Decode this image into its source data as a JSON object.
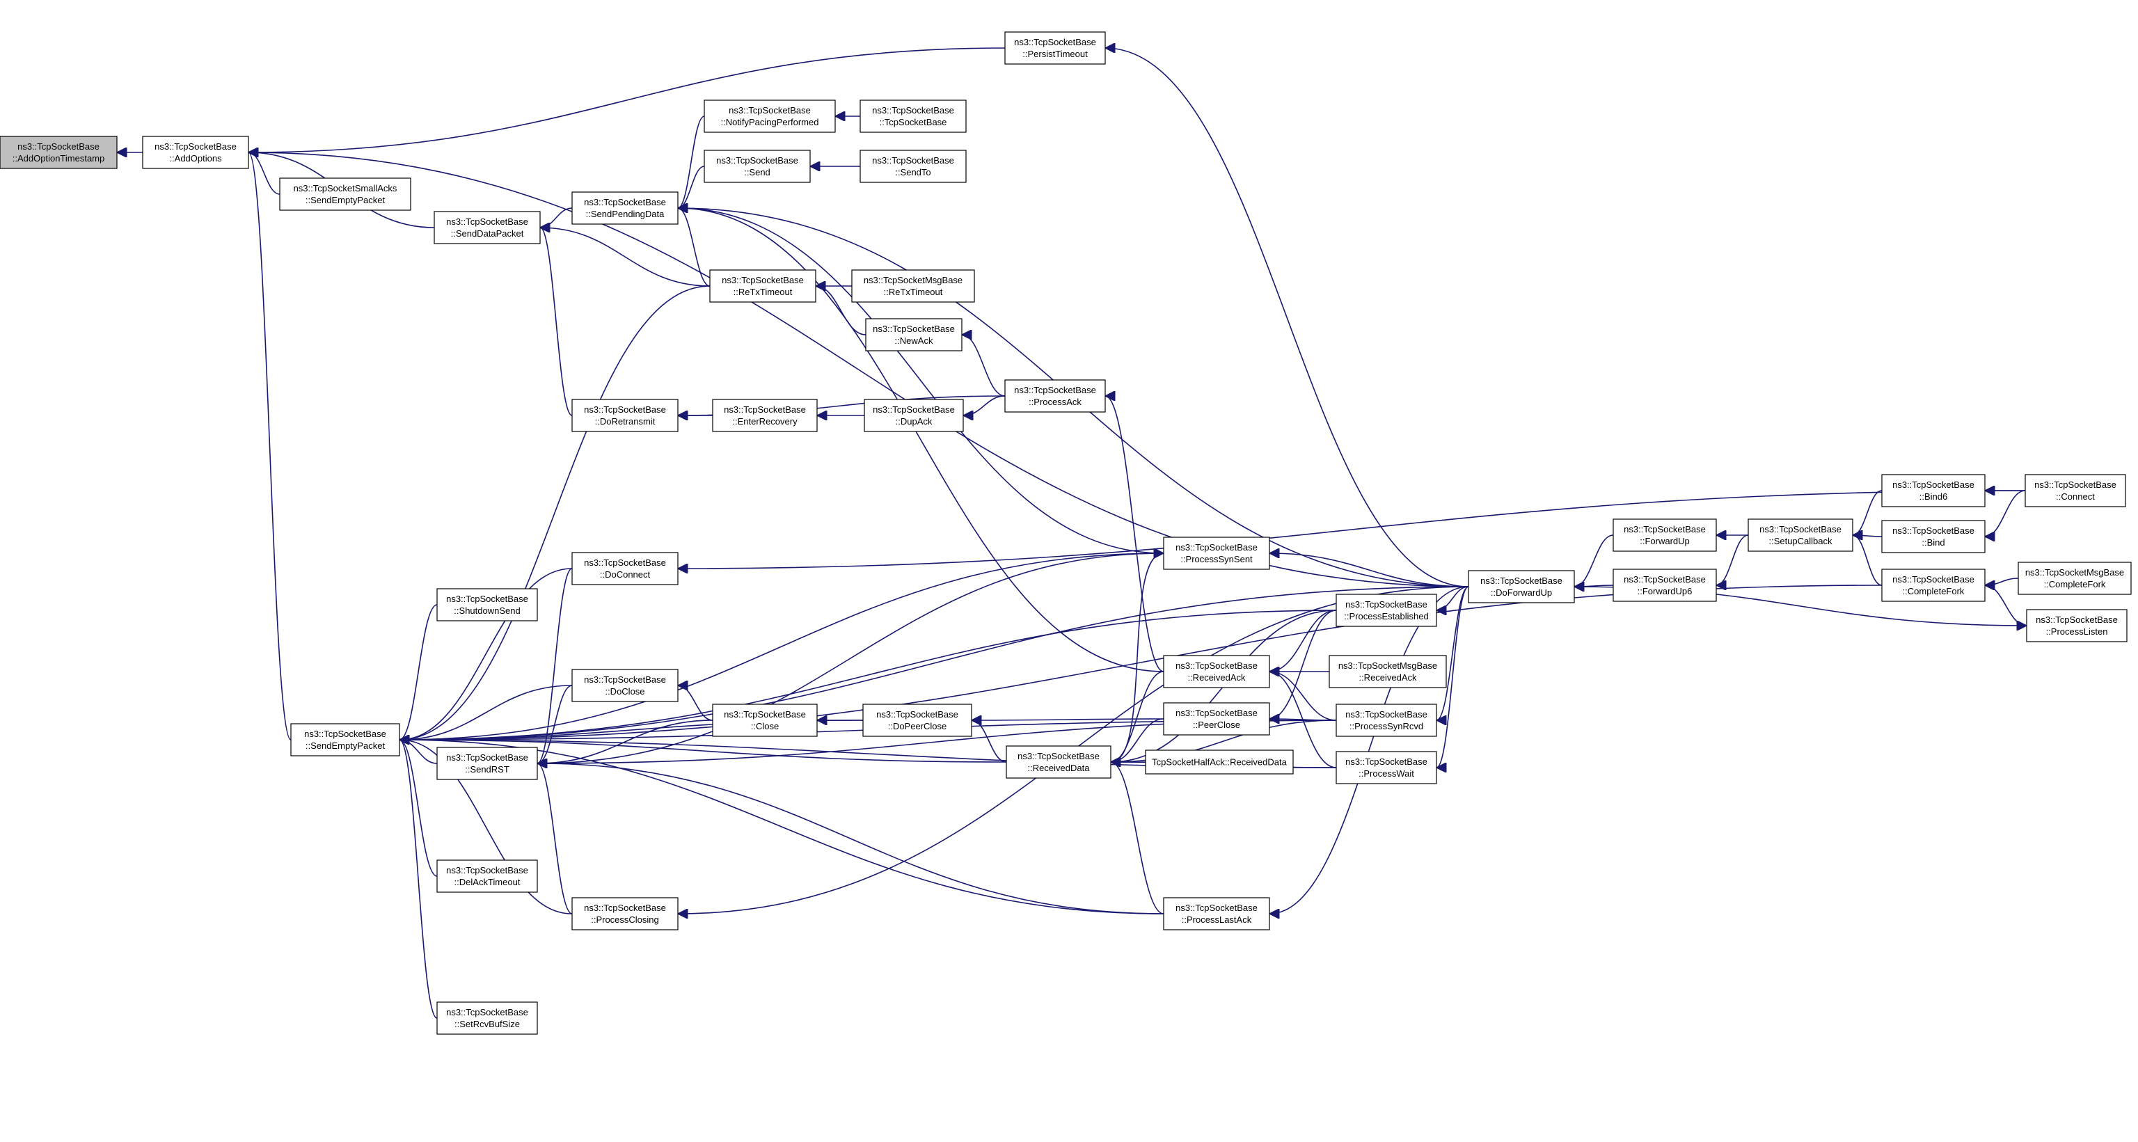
{
  "colors": {
    "edge": "#191970",
    "root_fill": "#bfbfbf",
    "node_fill": "#ffffff"
  },
  "nodes": [
    {
      "id": "addOptionTimestamp",
      "lines": [
        "ns3::TcpSocketBase",
        "::AddOptionTimestamp"
      ],
      "root": true
    },
    {
      "id": "addOptions",
      "lines": [
        "ns3::TcpSocketBase",
        "::AddOptions"
      ]
    },
    {
      "id": "smallAcksSendEmpty",
      "lines": [
        "ns3::TcpSocketSmallAcks",
        "::SendEmptyPacket"
      ]
    },
    {
      "id": "sendDataPacket",
      "lines": [
        "ns3::TcpSocketBase",
        "::SendDataPacket"
      ]
    },
    {
      "id": "sendEmptyPacket",
      "lines": [
        "ns3::TcpSocketBase",
        "::SendEmptyPacket"
      ]
    },
    {
      "id": "persistTimeout",
      "lines": [
        "ns3::TcpSocketBase",
        "::PersistTimeout"
      ]
    },
    {
      "id": "notifyPacing",
      "lines": [
        "ns3::TcpSocketBase",
        "::NotifyPacingPerformed"
      ]
    },
    {
      "id": "tcpSocketBaseCtor",
      "lines": [
        "ns3::TcpSocketBase",
        "::TcpSocketBase"
      ]
    },
    {
      "id": "send",
      "lines": [
        "ns3::TcpSocketBase",
        "::Send"
      ]
    },
    {
      "id": "sendTo",
      "lines": [
        "ns3::TcpSocketBase",
        "::SendTo"
      ]
    },
    {
      "id": "sendPendingData",
      "lines": [
        "ns3::TcpSocketBase",
        "::SendPendingData"
      ]
    },
    {
      "id": "reTxTimeout",
      "lines": [
        "ns3::TcpSocketBase",
        "::ReTxTimeout"
      ]
    },
    {
      "id": "msgReTxTimeout",
      "lines": [
        "ns3::TcpSocketMsgBase",
        "::ReTxTimeout"
      ]
    },
    {
      "id": "newAck",
      "lines": [
        "ns3::TcpSocketBase",
        "::NewAck"
      ]
    },
    {
      "id": "processAck",
      "lines": [
        "ns3::TcpSocketBase",
        "::ProcessAck"
      ]
    },
    {
      "id": "doRetransmit",
      "lines": [
        "ns3::TcpSocketBase",
        "::DoRetransmit"
      ]
    },
    {
      "id": "enterRecovery",
      "lines": [
        "ns3::TcpSocketBase",
        "::EnterRecovery"
      ]
    },
    {
      "id": "dupAck",
      "lines": [
        "ns3::TcpSocketBase",
        "::DupAck"
      ]
    },
    {
      "id": "doConnect",
      "lines": [
        "ns3::TcpSocketBase",
        "::DoConnect"
      ]
    },
    {
      "id": "shutdownSend",
      "lines": [
        "ns3::TcpSocketBase",
        "::ShutdownSend"
      ]
    },
    {
      "id": "doClose",
      "lines": [
        "ns3::TcpSocketBase",
        "::DoClose"
      ]
    },
    {
      "id": "sendRST",
      "lines": [
        "ns3::TcpSocketBase",
        "::SendRST"
      ]
    },
    {
      "id": "close",
      "lines": [
        "ns3::TcpSocketBase",
        "::Close"
      ]
    },
    {
      "id": "doPeerClose",
      "lines": [
        "ns3::TcpSocketBase",
        "::DoPeerClose"
      ]
    },
    {
      "id": "delAckTimeout",
      "lines": [
        "ns3::TcpSocketBase",
        "::DelAckTimeout"
      ]
    },
    {
      "id": "processClosing",
      "lines": [
        "ns3::TcpSocketBase",
        "::ProcessClosing"
      ]
    },
    {
      "id": "setRcvBufSize",
      "lines": [
        "ns3::TcpSocketBase",
        "::SetRcvBufSize"
      ]
    },
    {
      "id": "processSynSent",
      "lines": [
        "ns3::TcpSocketBase",
        "::ProcessSynSent"
      ]
    },
    {
      "id": "receivedAck",
      "lines": [
        "ns3::TcpSocketBase",
        "::ReceivedAck"
      ]
    },
    {
      "id": "peerClose",
      "lines": [
        "ns3::TcpSocketBase",
        "::PeerClose"
      ]
    },
    {
      "id": "receivedData",
      "lines": [
        "ns3::TcpSocketBase",
        "::ReceivedData"
      ]
    },
    {
      "id": "halfAckReceivedData",
      "lines": [
        "TcpSocketHalfAck::ReceivedData"
      ]
    },
    {
      "id": "processLastAck",
      "lines": [
        "ns3::TcpSocketBase",
        "::ProcessLastAck"
      ]
    },
    {
      "id": "processEstablished",
      "lines": [
        "ns3::TcpSocketBase",
        "::ProcessEstablished"
      ]
    },
    {
      "id": "msgReceivedAck",
      "lines": [
        "ns3::TcpSocketMsgBase",
        "::ReceivedAck"
      ]
    },
    {
      "id": "processSynRcvd",
      "lines": [
        "ns3::TcpSocketBase",
        "::ProcessSynRcvd"
      ]
    },
    {
      "id": "processWait",
      "lines": [
        "ns3::TcpSocketBase",
        "::ProcessWait"
      ]
    },
    {
      "id": "doForwardUp",
      "lines": [
        "ns3::TcpSocketBase",
        "::DoForwardUp"
      ]
    },
    {
      "id": "forwardUp",
      "lines": [
        "ns3::TcpSocketBase",
        "::ForwardUp"
      ]
    },
    {
      "id": "forwardUp6",
      "lines": [
        "ns3::TcpSocketBase",
        "::ForwardUp6"
      ]
    },
    {
      "id": "setupCallback",
      "lines": [
        "ns3::TcpSocketBase",
        "::SetupCallback"
      ]
    },
    {
      "id": "bind6",
      "lines": [
        "ns3::TcpSocketBase",
        "::Bind6"
      ]
    },
    {
      "id": "bind",
      "lines": [
        "ns3::TcpSocketBase",
        "::Bind"
      ]
    },
    {
      "id": "completeFork",
      "lines": [
        "ns3::TcpSocketBase",
        "::CompleteFork"
      ]
    },
    {
      "id": "connect",
      "lines": [
        "ns3::TcpSocketBase",
        "::Connect"
      ]
    },
    {
      "id": "msgCompleteFork",
      "lines": [
        "ns3::TcpSocketMsgBase",
        "::CompleteFork"
      ]
    },
    {
      "id": "processListen",
      "lines": [
        "ns3::TcpSocketBase",
        "::ProcessListen"
      ]
    }
  ],
  "edges": [
    [
      "addOptions",
      "addOptionTimestamp"
    ],
    [
      "smallAcksSendEmpty",
      "addOptions"
    ],
    [
      "sendDataPacket",
      "addOptions"
    ],
    [
      "sendEmptyPacket",
      "addOptions"
    ],
    [
      "persistTimeout",
      "addOptions"
    ],
    [
      "doForwardUp",
      "addOptions"
    ],
    [
      "sendPendingData",
      "sendDataPacket"
    ],
    [
      "reTxTimeout",
      "sendDataPacket"
    ],
    [
      "doRetransmit",
      "sendDataPacket"
    ],
    [
      "notifyPacing",
      "sendPendingData"
    ],
    [
      "send",
      "sendPendingData"
    ],
    [
      "reTxTimeout",
      "sendPendingData"
    ],
    [
      "doForwardUp",
      "sendPendingData"
    ],
    [
      "receivedAck",
      "sendPendingData"
    ],
    [
      "processSynSent",
      "sendPendingData"
    ],
    [
      "tcpSocketBaseCtor",
      "notifyPacing"
    ],
    [
      "sendTo",
      "send"
    ],
    [
      "msgReTxTimeout",
      "reTxTimeout"
    ],
    [
      "newAck",
      "reTxTimeout"
    ],
    [
      "processAck",
      "newAck"
    ],
    [
      "processAck",
      "doRetransmit"
    ],
    [
      "enterRecovery",
      "doRetransmit"
    ],
    [
      "dupAck",
      "enterRecovery"
    ],
    [
      "processAck",
      "dupAck"
    ],
    [
      "receivedAck",
      "processAck"
    ],
    [
      "doForwardUp",
      "persistTimeout"
    ],
    [
      "connect",
      "doConnect"
    ],
    [
      "doConnect",
      "sendEmptyPacket"
    ],
    [
      "shutdownSend",
      "sendEmptyPacket"
    ],
    [
      "doClose",
      "sendEmptyPacket"
    ],
    [
      "sendRST",
      "sendEmptyPacket"
    ],
    [
      "delAckTimeout",
      "sendEmptyPacket"
    ],
    [
      "processClosing",
      "sendEmptyPacket"
    ],
    [
      "setRcvBufSize",
      "sendEmptyPacket"
    ],
    [
      "doPeerClose",
      "sendEmptyPacket"
    ],
    [
      "processSynSent",
      "sendEmptyPacket"
    ],
    [
      "processEstablished",
      "sendEmptyPacket"
    ],
    [
      "receivedData",
      "sendEmptyPacket"
    ],
    [
      "processSynRcvd",
      "sendEmptyPacket"
    ],
    [
      "processWait",
      "sendEmptyPacket"
    ],
    [
      "processLastAck",
      "sendEmptyPacket"
    ],
    [
      "completeFork",
      "sendEmptyPacket"
    ],
    [
      "doForwardUp",
      "sendEmptyPacket"
    ],
    [
      "reTxTimeout",
      "sendEmptyPacket"
    ],
    [
      "doClose",
      "sendRST"
    ],
    [
      "close",
      "sendRST"
    ],
    [
      "processClosing",
      "sendRST"
    ],
    [
      "processSynSent",
      "sendRST"
    ],
    [
      "processLastAck",
      "sendRST"
    ],
    [
      "processSynRcvd",
      "sendRST"
    ],
    [
      "doConnect",
      "sendRST"
    ],
    [
      "close",
      "doClose"
    ],
    [
      "doPeerClose",
      "close"
    ],
    [
      "peerClose",
      "doPeerClose"
    ],
    [
      "receivedData",
      "doPeerClose"
    ],
    [
      "receivedData",
      "processSynSent"
    ],
    [
      "peerClose",
      "receivedData"
    ],
    [
      "receivedAck",
      "receivedData"
    ],
    [
      "halfAckReceivedData",
      "receivedData"
    ],
    [
      "processLastAck",
      "receivedData"
    ],
    [
      "processWait",
      "receivedData"
    ],
    [
      "processSynRcvd",
      "receivedData"
    ],
    [
      "processEstablished",
      "receivedData"
    ],
    [
      "processEstablished",
      "receivedAck"
    ],
    [
      "msgReceivedAck",
      "receivedAck"
    ],
    [
      "processSynRcvd",
      "receivedAck"
    ],
    [
      "processWait",
      "receivedAck"
    ],
    [
      "processEstablished",
      "peerClose"
    ],
    [
      "processSynRcvd",
      "peerClose"
    ],
    [
      "doForwardUp",
      "processSynSent"
    ],
    [
      "doForwardUp",
      "processEstablished"
    ],
    [
      "doForwardUp",
      "processSynRcvd"
    ],
    [
      "doForwardUp",
      "processWait"
    ],
    [
      "doForwardUp",
      "processLastAck"
    ],
    [
      "doForwardUp",
      "processClosing"
    ],
    [
      "forwardUp",
      "doForwardUp"
    ],
    [
      "forwardUp6",
      "doForwardUp"
    ],
    [
      "setupCallback",
      "forwardUp"
    ],
    [
      "setupCallback",
      "forwardUp6"
    ],
    [
      "bind6",
      "setupCallback"
    ],
    [
      "bind",
      "setupCallback"
    ],
    [
      "completeFork",
      "setupCallback"
    ],
    [
      "connect",
      "bind6"
    ],
    [
      "connect",
      "bind"
    ],
    [
      "msgCompleteFork",
      "completeFork"
    ],
    [
      "processListen",
      "completeFork"
    ],
    [
      "doForwardUp",
      "processListen"
    ]
  ]
}
